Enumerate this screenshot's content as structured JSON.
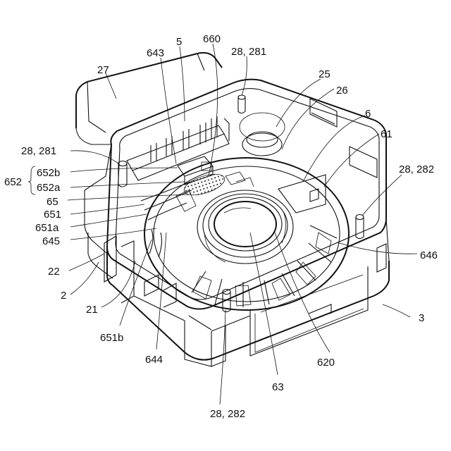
{
  "figure": {
    "labels": {
      "l27": "27",
      "l5": "5",
      "l643": "643",
      "l660": "660",
      "l28_281_top": "28, 281",
      "l25": "25",
      "l26": "26",
      "l6": "6",
      "l61": "61",
      "l28_282_right": "28, 282",
      "l28_281_left": "28, 281",
      "l652": "652",
      "l652b": "652b",
      "l652a": "652a",
      "l65": "65",
      "l651": "651",
      "l651a": "651a",
      "l645": "645",
      "l22": "22",
      "l2": "2",
      "l21": "21",
      "l651b": "651b",
      "l644": "644",
      "l646": "646",
      "l3": "3",
      "l620": "620",
      "l63": "63",
      "l28_282_bottom": "28, 282"
    }
  }
}
